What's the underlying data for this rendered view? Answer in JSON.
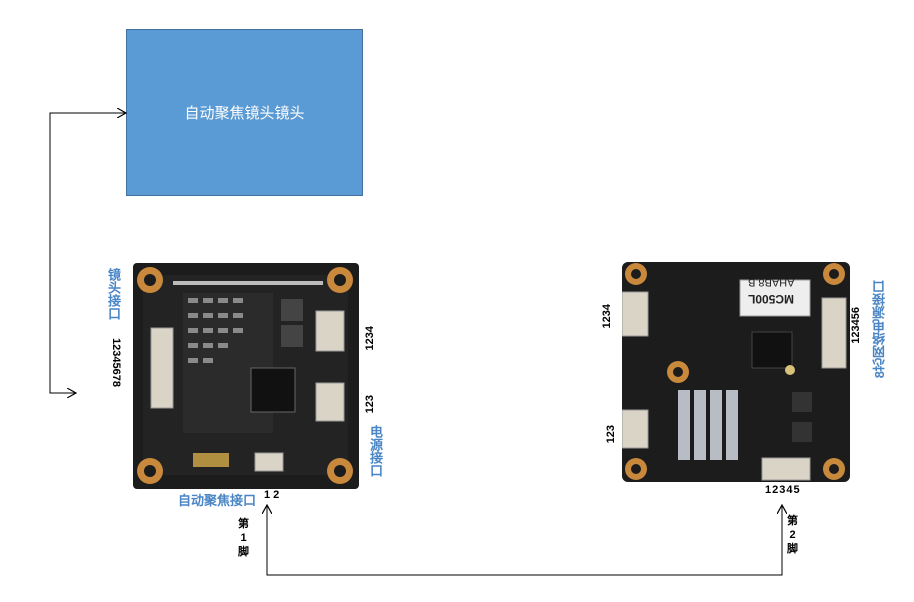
{
  "diagram": {
    "lens_box": {
      "label": "自动聚焦镜头镜头"
    },
    "board1": {
      "lens_interface_label": "镜头接口",
      "lens_interface_pins": "12345678",
      "connector_top_pins": "1234",
      "connector_mid_pins": "123",
      "power_interface_label": "电源接口",
      "af_interface_label": "自动聚焦接口",
      "af_interface_pins": "1 2",
      "pin_marker": {
        "di": "第",
        "num": "1",
        "jiao": "脚"
      }
    },
    "board2": {
      "chip_text_1": "MC500L",
      "chip_text_2": "AHAB8.B",
      "left_top_pins": "1234",
      "left_mid_pins": "123",
      "right_pins": "123456",
      "right_interface_label": "8芯网络电源接口",
      "bottom_pins": "12345",
      "pin_marker": {
        "di": "第",
        "num": "2",
        "jiao": "脚"
      }
    }
  }
}
